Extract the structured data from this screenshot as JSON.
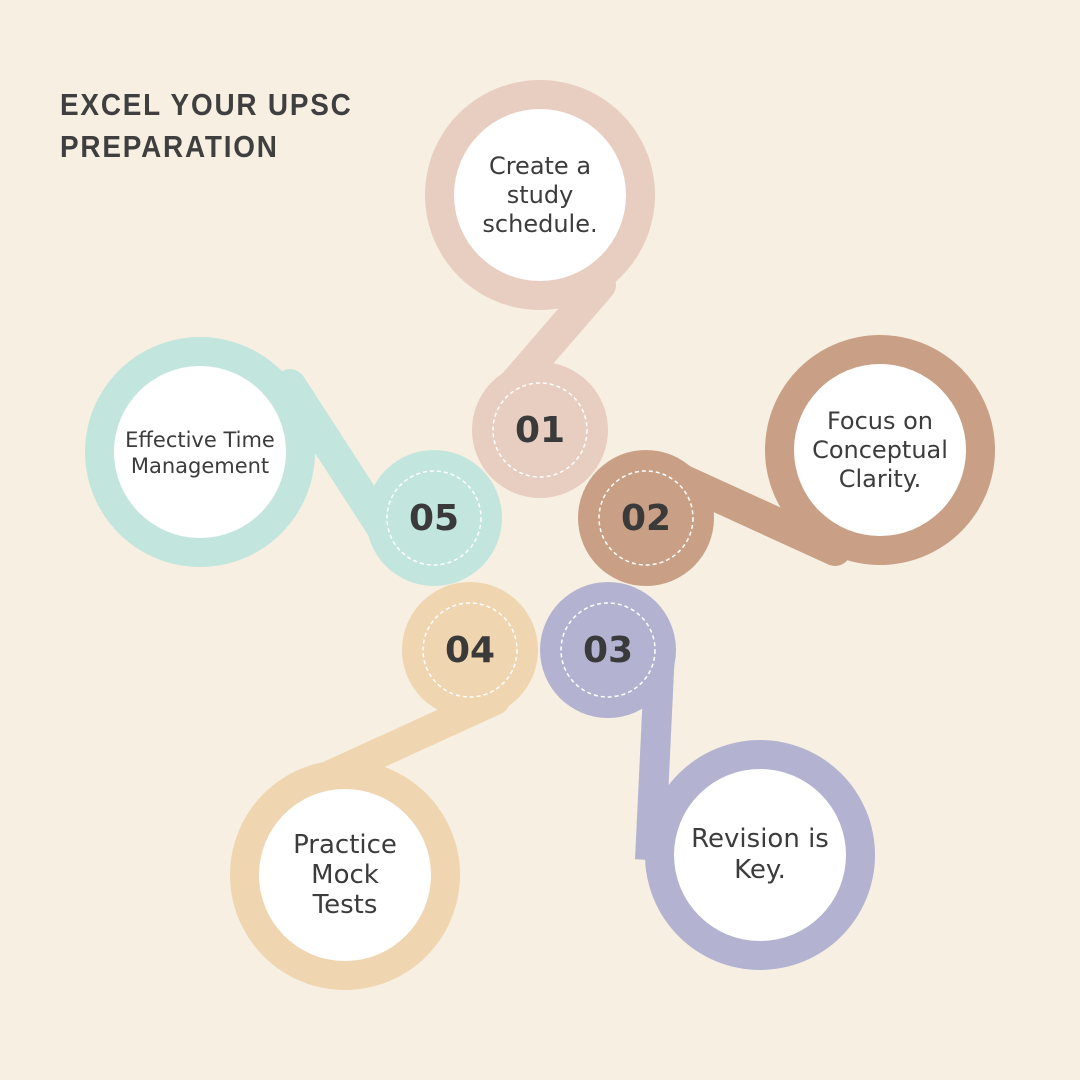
{
  "title_lines": [
    "EXCEL YOUR UPSC",
    "PREPARATION"
  ],
  "steps": [
    {
      "number": "01",
      "text": "Create a study schedule.",
      "color": "#e8cdc1"
    },
    {
      "number": "02",
      "text": "Focus on Conceptual Clarity.",
      "color": "#c9a086"
    },
    {
      "number": "03",
      "text": "Revision is Key.",
      "color": "#b3b3d1"
    },
    {
      "number": "04",
      "text": "Practice Mock Tests",
      "color": "#efd5b0"
    },
    {
      "number": "05",
      "text": "Effective Time Management",
      "color": "#c2e6de"
    }
  ]
}
